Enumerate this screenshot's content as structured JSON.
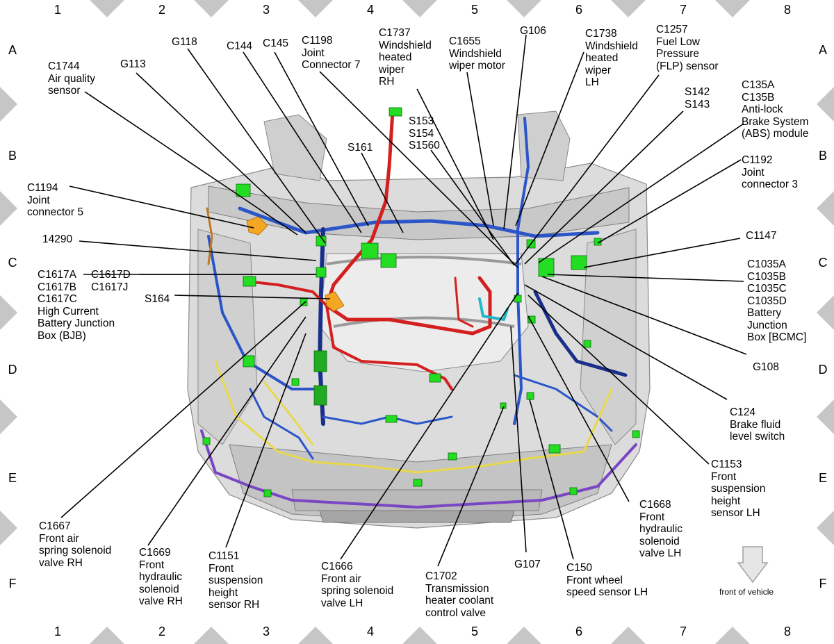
{
  "grid": {
    "columns": [
      "1",
      "2",
      "3",
      "4",
      "5",
      "6",
      "7",
      "8"
    ],
    "rows": [
      "A",
      "B",
      "C",
      "D",
      "E",
      "F"
    ]
  },
  "labels": {
    "c1744": "C1744\nAir quality\nsensor",
    "g113": "G113",
    "g118": "G118",
    "c144": "C144",
    "c145": "C145",
    "c1198": "C1198\nJoint\nConnector 7",
    "c1737": "C1737\nWindshield\nheated\nwiper\nRH",
    "c1655": "C1655\nWindshield\nwiper motor",
    "g106": "G106",
    "c1738": "C1738\nWindshield\nheated\nwiper\nLH",
    "c1257": "C1257\nFuel Low\nPressure\n(FLP) sensor",
    "s142": "S142\nS143",
    "c135": "C135A\nC135B\nAnti-lock\nBrake System\n(ABS) module",
    "s153": "S153\nS154\nS1560",
    "s161": "S161",
    "c1194": "C1194\nJoint\nconnector 5",
    "c1192": "C1192\nJoint\nconnector 3",
    "n14290": "14290",
    "c1147": "C1147",
    "c1617abc": "C1617A\nC1617B\nC1617C\nHigh Current\nBattery Junction\nBox (BJB)",
    "c1617dj": "C1617D\nC1617J",
    "s164": "S164",
    "c1035": "C1035A\nC1035B\nC1035C\nC1035D\nBattery\nJunction\nBox [BCMC]",
    "g108": "G108",
    "c124": "C124\nBrake fluid\nlevel switch",
    "c1153": "C1153\nFront\nsuspension\nheight\nsensor LH",
    "c1668": "C1668\nFront\nhydraulic\nsolenoid\nvalve LH",
    "c1667": "C1667\nFront air\nspring solenoid\nvalve RH",
    "c1669": "C1669\nFront\nhydraulic\nsolenoid\nvalve RH",
    "c1151": "C1151\nFront\nsuspension\nheight\nsensor RH",
    "c1666": "C1666\nFront air\nspring solenoid\nvalve LH",
    "c1702": "C1702\nTransmission\nheater coolant\ncontrol valve",
    "g107": "G107",
    "c150": "C150\nFront wheel\nspeed sensor LH",
    "front": "front of vehicle"
  },
  "colors": {
    "harness_blue": "#2b55c8",
    "harness_dark_blue": "#1a2f8a",
    "harness_red": "#d41f1f",
    "harness_yellow": "#e8d84a",
    "harness_purple": "#7a46c4",
    "harness_cyan": "#20b7c8",
    "connector_green": "#22dd22",
    "connector_orange": "#f5a623",
    "body_gray": "#d6d6d6"
  }
}
